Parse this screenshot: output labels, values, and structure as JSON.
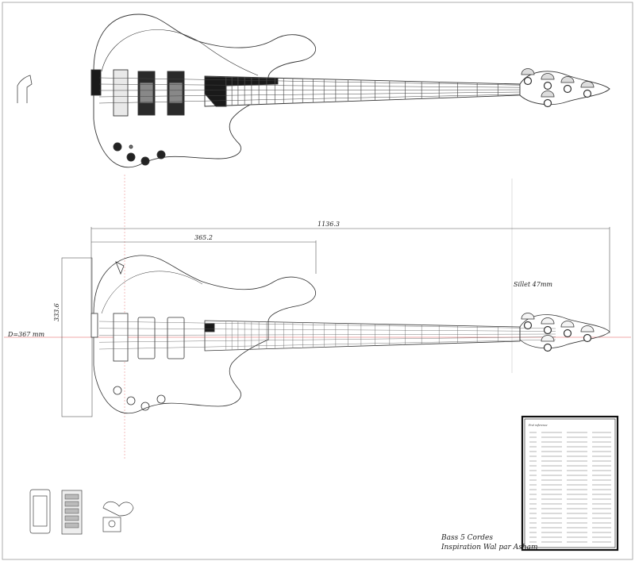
{
  "drawing": {
    "dimensions": {
      "scale_length": "1136.3",
      "body_span": "365.2",
      "body_height": "333.6",
      "diameter": "D=367 mm",
      "nut": "Sillet 47mm"
    },
    "credits": {
      "line1": "Bass 5 Cordes",
      "line2": "Inspiration Wal par Asham"
    },
    "fret_table_title": "Fret reference",
    "colors": {
      "line": "#333333",
      "fill_dark": "#1a1a1a",
      "fill_mid": "#555555",
      "center_line": "#e05555"
    },
    "components": [
      "bass-top-view",
      "bass-outline-view",
      "fret-table",
      "bridge-detail",
      "saddle-detail",
      "tuner-detail"
    ]
  }
}
